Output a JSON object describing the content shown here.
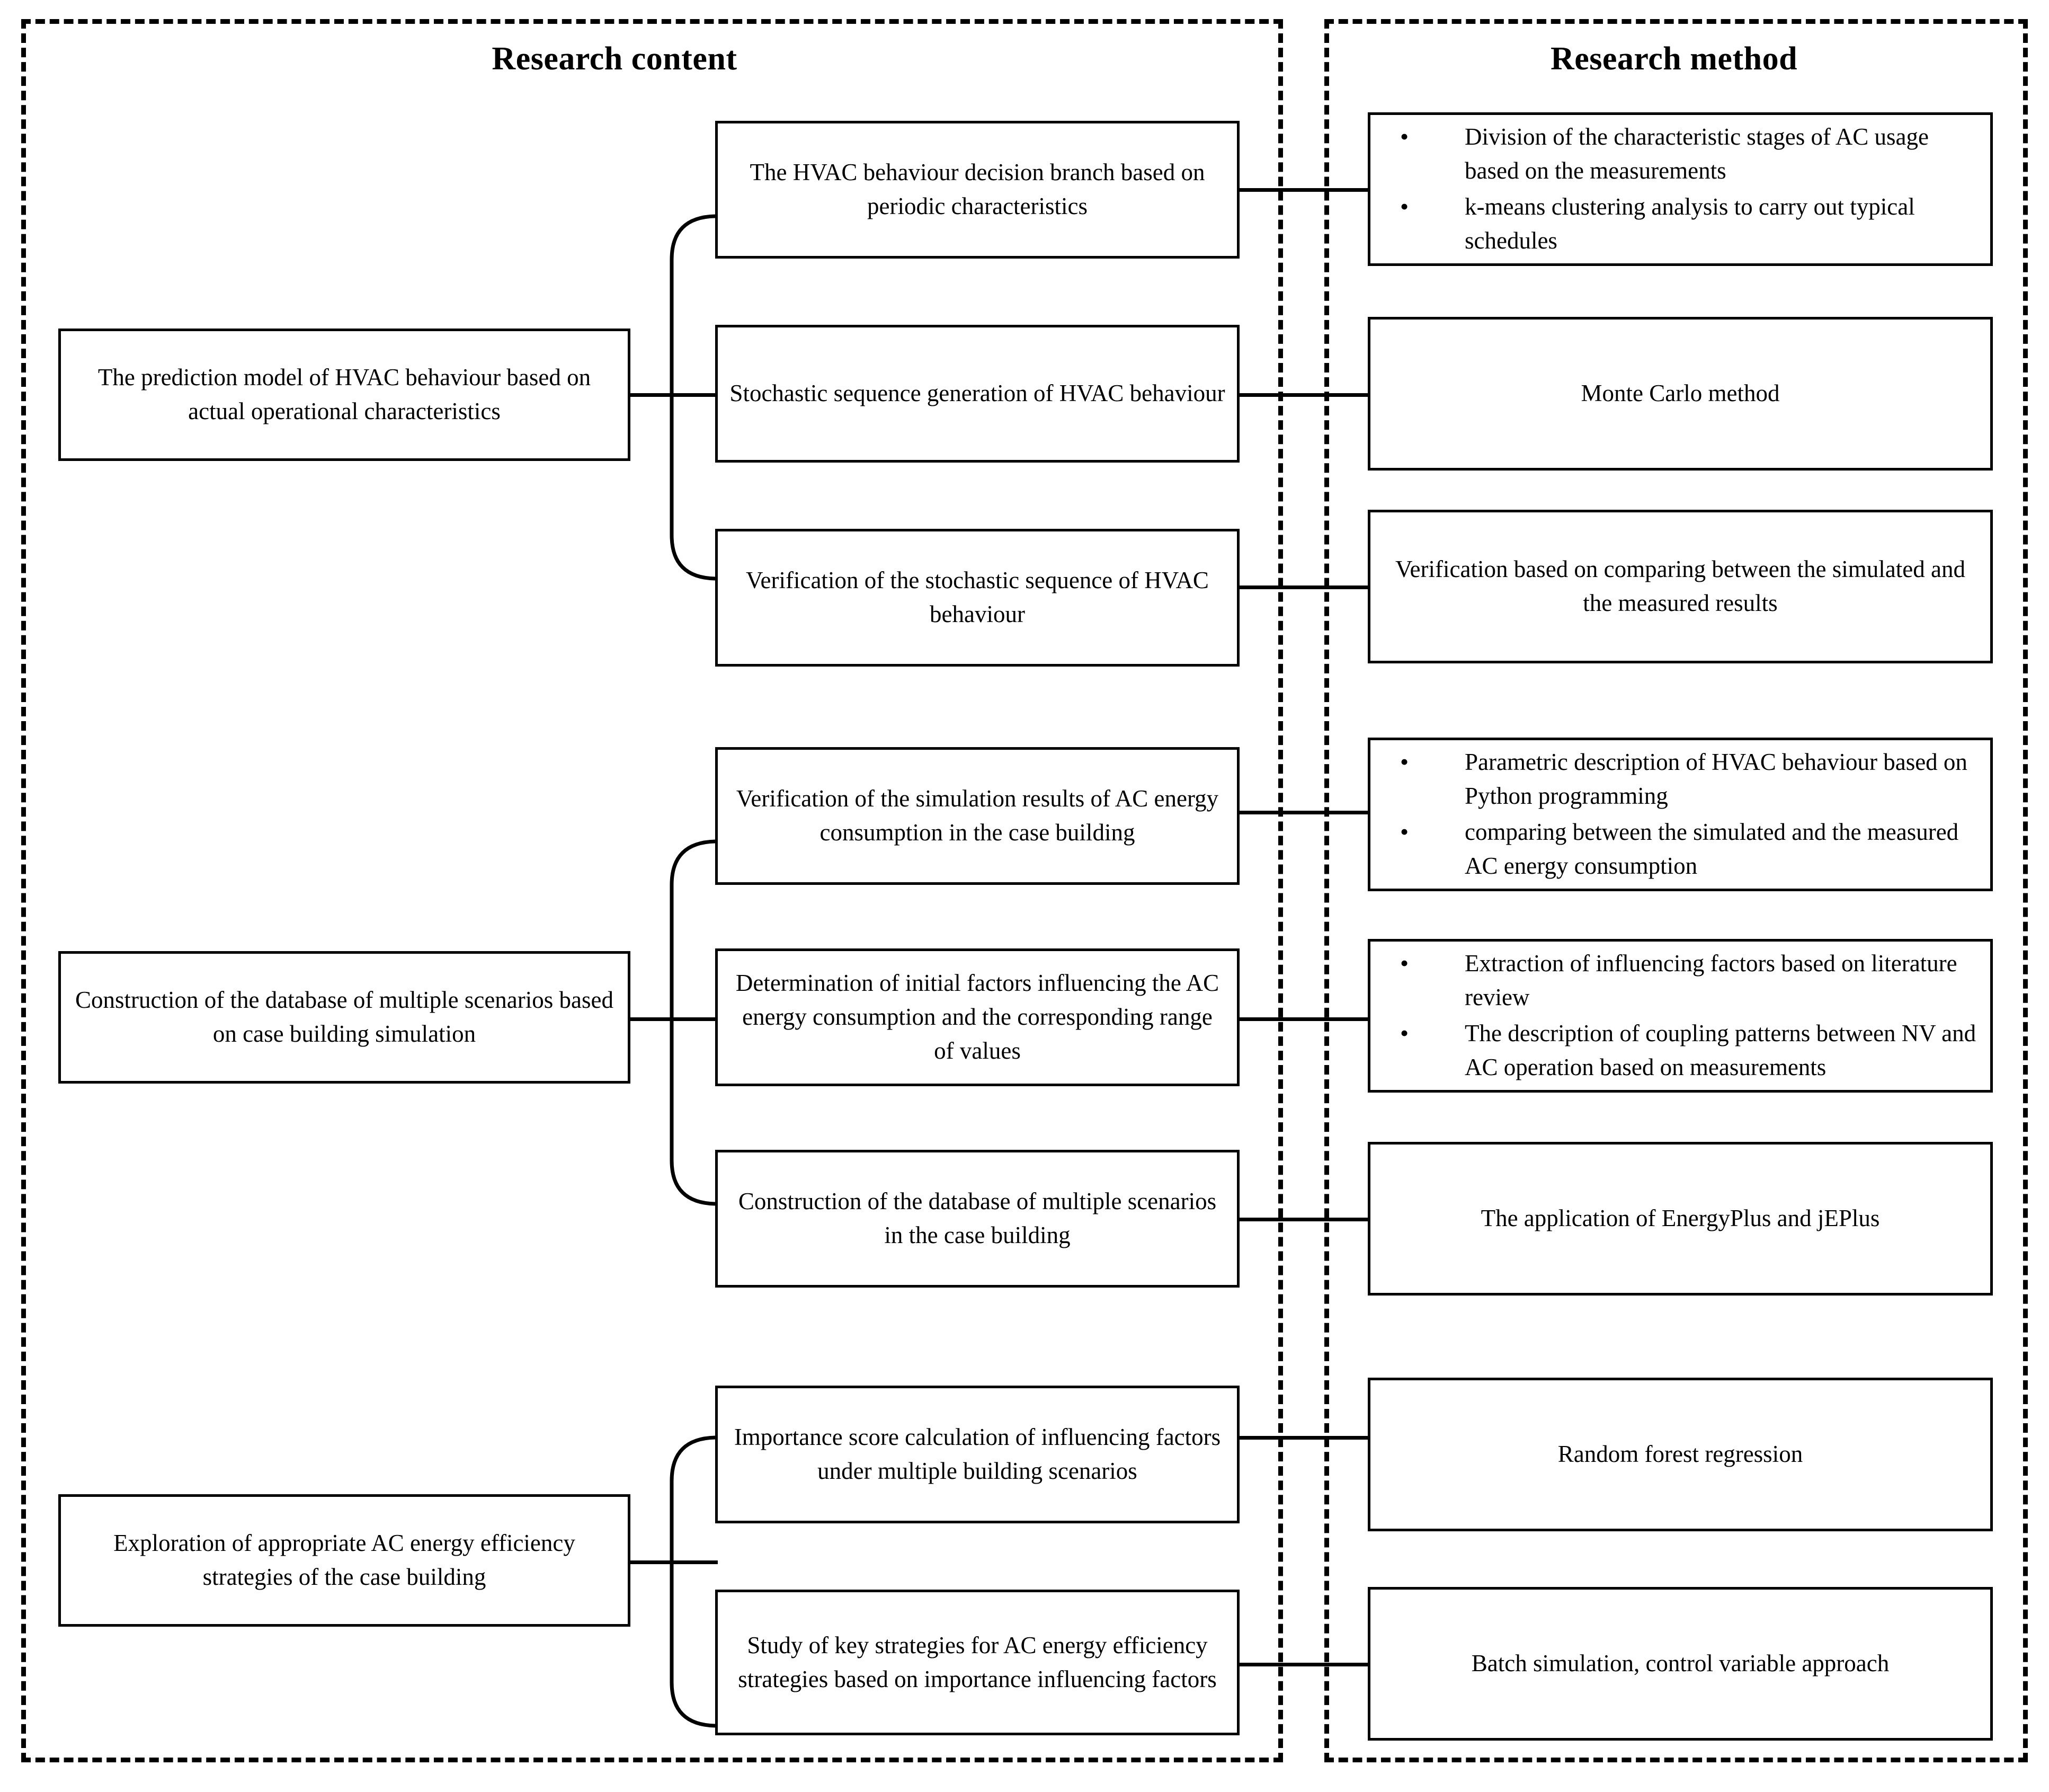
{
  "headers": {
    "content": "Research content",
    "method": "Research method"
  },
  "sections": [
    {
      "id": "section-1",
      "left_box": "The prediction model of HVAC behaviour based on actual operational characteristics",
      "rows": [
        {
          "content": "The HVAC behaviour decision branch based on periodic characteristics",
          "method_bullets": [
            "Division of the characteristic stages of AC usage based on the measurements",
            "k-means clustering analysis to carry out typical schedules"
          ]
        },
        {
          "content": "Stochastic sequence generation of HVAC behaviour",
          "method": "Monte Carlo method"
        },
        {
          "content": "Verification of the stochastic sequence of HVAC behaviour",
          "method": "Verification based on comparing between the simulated and the measured results"
        }
      ]
    },
    {
      "id": "section-2",
      "left_box": "Construction of the database of multiple scenarios based on case building simulation",
      "rows": [
        {
          "content": "Verification of the simulation results of AC energy consumption in the case building",
          "method_bullets": [
            "Parametric description of HVAC behaviour based on Python programming",
            "comparing between the simulated and the measured AC energy consumption"
          ]
        },
        {
          "content": "Determination of initial factors influencing the AC energy consumption and the corresponding range of values",
          "method_bullets": [
            "Extraction of influencing factors based on literature review",
            "The description of coupling patterns between NV and AC operation based on measurements"
          ]
        },
        {
          "content": "Construction of the database of multiple scenarios in the case building",
          "method": "The application of EnergyPlus and jEPlus"
        }
      ]
    },
    {
      "id": "section-3",
      "left_box": "Exploration of appropriate AC energy efficiency strategies of the case building",
      "rows": [
        {
          "content": "Importance score calculation of influencing factors under multiple building scenarios",
          "method": "Random forest regression"
        },
        {
          "content": "Study of key strategies for AC energy efficiency strategies based on importance influencing factors",
          "method": "Batch simulation, control variable approach"
        }
      ]
    }
  ],
  "colors": {
    "stroke": "#000000",
    "background": "#ffffff"
  }
}
